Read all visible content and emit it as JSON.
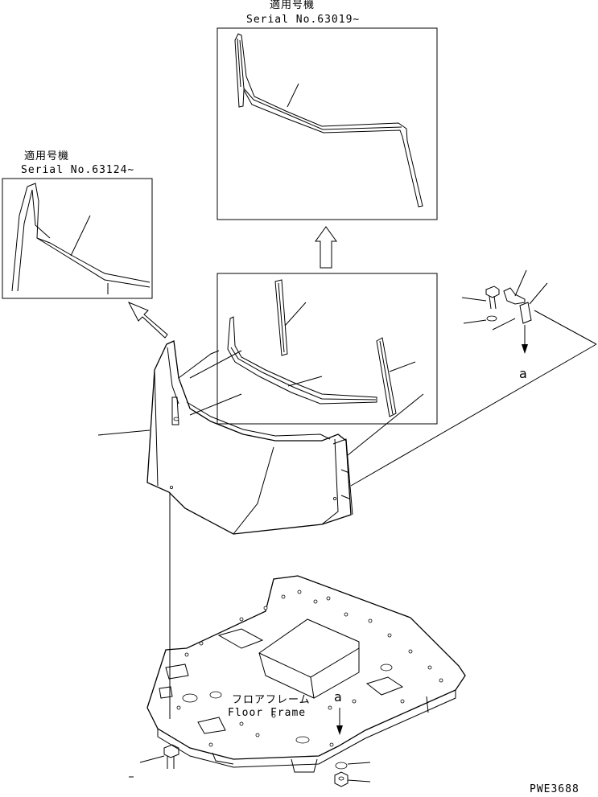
{
  "callouts": {
    "top_box": {
      "applicable": "適用号機",
      "serial": "Serial No.63019~"
    },
    "left_box": {
      "applicable": "適用号機",
      "serial": "Serial No.63124~"
    }
  },
  "labels": {
    "floor_frame_jp": "フロアフレーム",
    "floor_frame_en": "Floor Frame",
    "ref_a_upper": "a",
    "ref_a_lower": "a",
    "drawing_number": "PWE3688"
  }
}
